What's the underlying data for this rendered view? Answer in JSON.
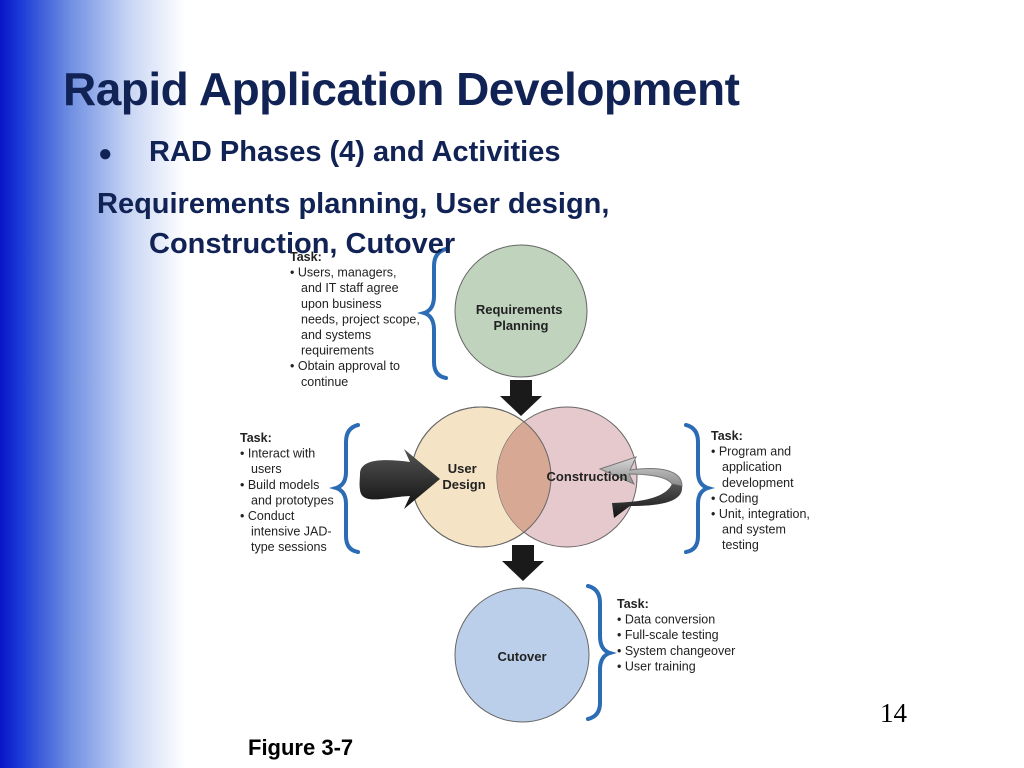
{
  "slide": {
    "title": "Rapid Application Development",
    "bullet": "RAD Phases (4) and Activities",
    "subtext_line1": "Requirements planning, User design,",
    "subtext_line2": "Construction, Cutover",
    "page_number": "14",
    "figure_caption": "Figure 3-7"
  },
  "diagram": {
    "phases": {
      "requirements": {
        "line1": "Requirements",
        "line2": "Planning",
        "color": "#bfd3bd"
      },
      "user_design": {
        "line1": "User",
        "line2": "Design",
        "color": "#f4e3c5"
      },
      "construction": {
        "line1": "Construction",
        "color": "#e6c9cd"
      },
      "cutover": {
        "line1": "Cutover",
        "color": "#bccfea"
      },
      "overlap_color": "#d7a994"
    },
    "tasks": {
      "requirements": {
        "heading": "Task:",
        "lines": [
          "• Users, managers,",
          "and IT staff agree",
          "upon business",
          "needs, project scope,",
          "and systems",
          "requirements",
          "• Obtain approval to",
          "continue"
        ]
      },
      "user_design": {
        "heading": "Task:",
        "lines": [
          "• Interact with",
          "users",
          "• Build models",
          "and prototypes",
          "• Conduct",
          "intensive JAD-",
          "type sessions"
        ]
      },
      "construction": {
        "heading": "Task:",
        "lines": [
          "• Program and",
          "application",
          "development",
          "• Coding",
          "• Unit, integration,",
          "and system",
          "testing"
        ]
      },
      "cutover": {
        "heading": "Task:",
        "lines": [
          "• Data conversion",
          "• Full-scale testing",
          "• System changeover",
          "• User training"
        ]
      }
    },
    "bracket_color": "#2b6cb5"
  }
}
